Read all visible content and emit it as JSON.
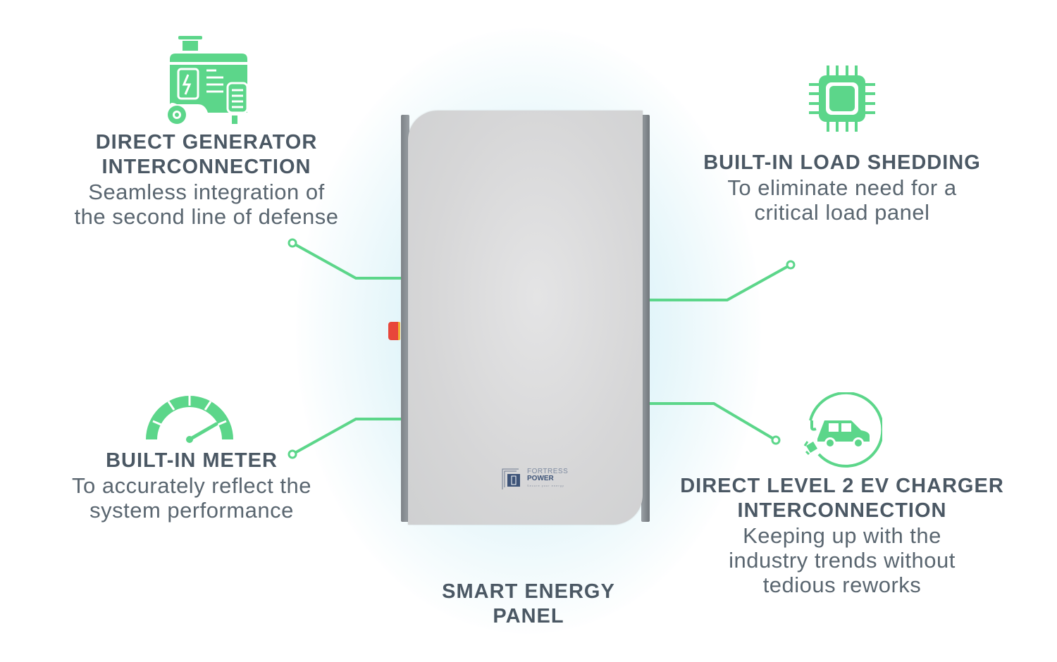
{
  "colors": {
    "accent": "#5cd68a",
    "text": "#4b5864",
    "panel": "#d8d8d9"
  },
  "features": [
    {
      "icon": "generator-icon",
      "title_lines": [
        "DIRECT GENERATOR",
        "INTERCONNECTION"
      ],
      "body_lines": [
        "Seamless integration of",
        "the second line of defense"
      ]
    },
    {
      "icon": "chip-icon",
      "title_lines": [
        "BUILT-IN LOAD SHEDDING"
      ],
      "body_lines": [
        "To eliminate need for a",
        "critical load panel"
      ]
    },
    {
      "icon": "gauge-icon",
      "title_lines": [
        "BUILT-IN METER"
      ],
      "body_lines": [
        "To accurately reflect the",
        "system performance"
      ]
    },
    {
      "icon": "ev-charger-icon",
      "title_lines": [
        "DIRECT LEVEL 2 EV CHARGER",
        "INTERCONNECTION"
      ],
      "body_lines": [
        "Keeping up with the",
        "industry trends without",
        "tedious reworks"
      ]
    }
  ],
  "product": {
    "title_lines": [
      "SMART ENERGY",
      "PANEL"
    ],
    "logo": {
      "line1": "FORTRESS",
      "line2": "POWER",
      "tagline": "Secure your energy"
    }
  }
}
